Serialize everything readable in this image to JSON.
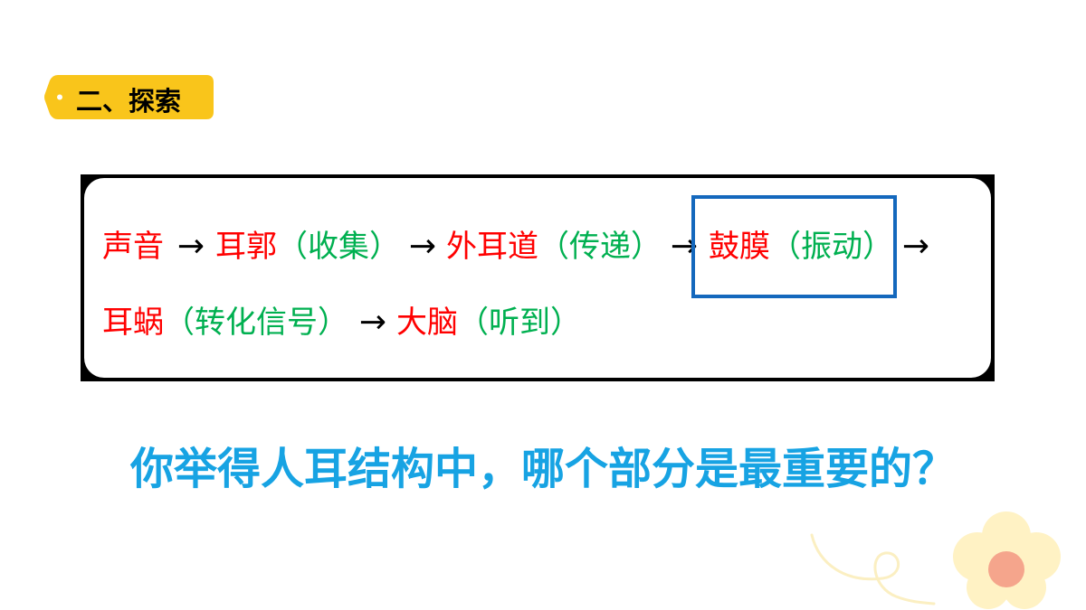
{
  "section_tag": {
    "label": "二、探索"
  },
  "flow": {
    "line1": [
      {
        "text": "声音",
        "color": "#ff0000"
      },
      {
        "text": "→",
        "color": "#000000"
      },
      {
        "text": "耳郭",
        "color": "#ff0000"
      },
      {
        "text": "（收集）",
        "color": "#00b050"
      },
      {
        "text": "→",
        "color": "#000000"
      },
      {
        "text": "外耳道",
        "color": "#ff0000"
      },
      {
        "text": "（传递）",
        "color": "#00b050"
      },
      {
        "text": "→",
        "color": "#000000"
      },
      {
        "text": "鼓膜",
        "color": "#ff0000"
      },
      {
        "text": "（振动）",
        "color": "#00b050"
      },
      {
        "text": "→",
        "color": "#000000"
      }
    ],
    "line2": [
      {
        "text": "耳蜗",
        "color": "#ff0000"
      },
      {
        "text": "（转化信号）",
        "color": "#00b050"
      },
      {
        "text": "→",
        "color": "#000000"
      },
      {
        "text": "大脑",
        "color": "#ff0000"
      },
      {
        "text": "（听到）",
        "color": "#00b050"
      }
    ]
  },
  "question": {
    "text": "你举得人耳结构中，哪个部分是最重要的？",
    "color": "#17a3e3"
  },
  "colors": {
    "tag": "#f9c51b",
    "frame": "#000000",
    "highlight_box": "#1468bd",
    "flower_petals": "#fff2c4",
    "flower_center": "#f5a58c",
    "curl": "#fbefc2"
  }
}
